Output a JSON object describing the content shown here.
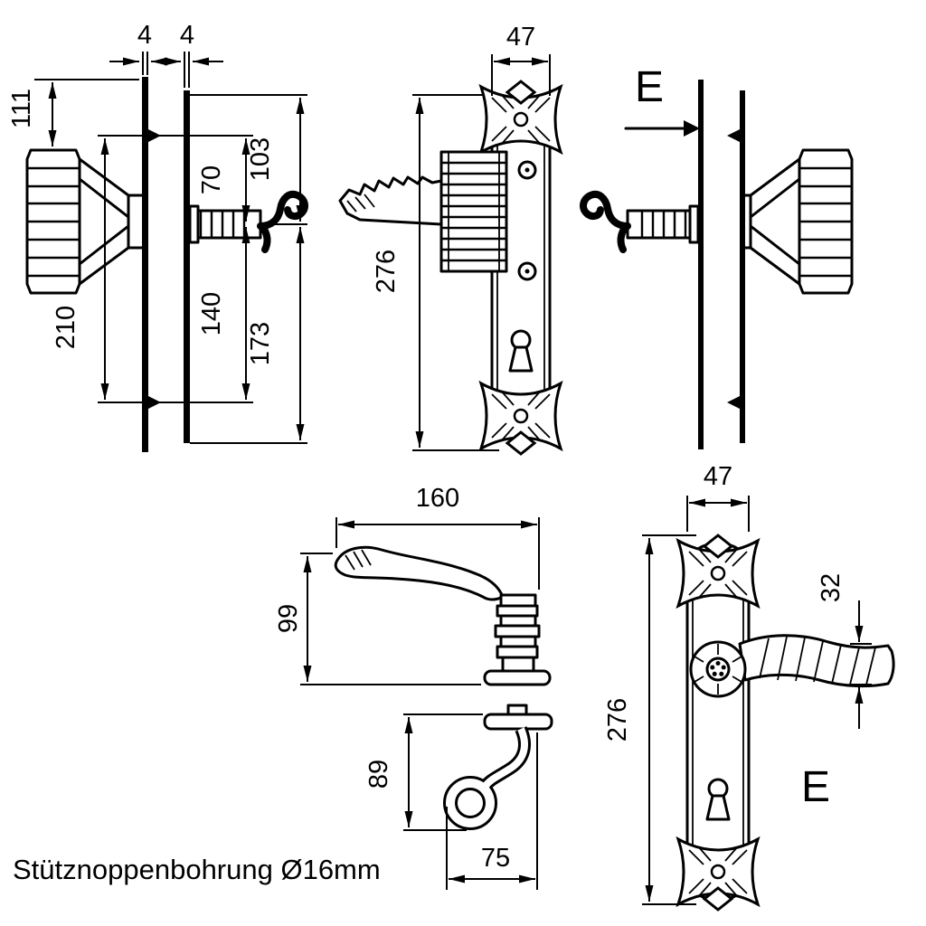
{
  "note": "Stütznoppenbohrung Ø16mm",
  "labels": {
    "section_top": "E",
    "section_bottom": "E"
  },
  "dims": {
    "d4a": "4",
    "d4b": "4",
    "d111": "111",
    "d210": "210",
    "d70": "70",
    "d140": "140",
    "d103": "103",
    "d173": "173",
    "d47_top": "47",
    "d276_top": "276",
    "d160": "160",
    "d99": "99",
    "d89": "89",
    "d75": "75",
    "d47_bottom": "47",
    "d276_bottom": "276",
    "d32": "32"
  }
}
